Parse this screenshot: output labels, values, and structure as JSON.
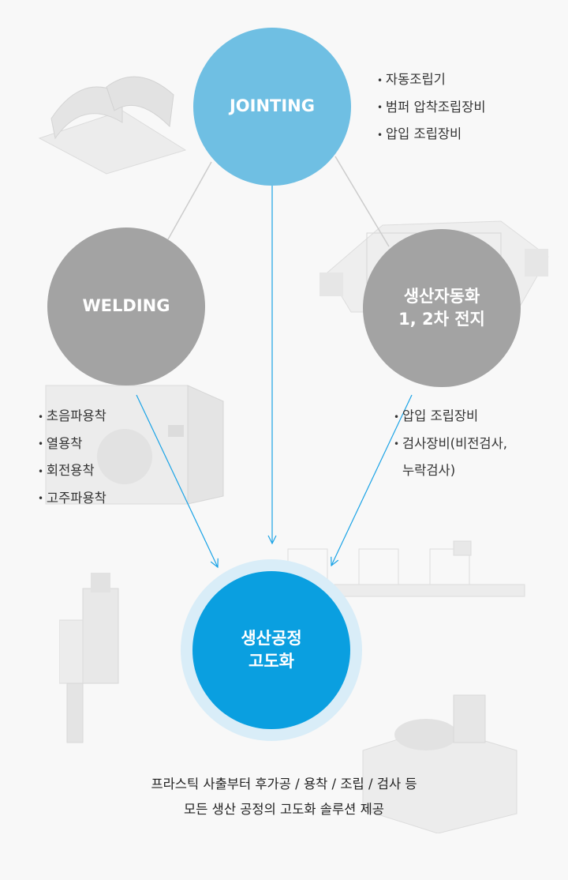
{
  "nodes": {
    "jointing": {
      "label": "JOINTING",
      "color": "#6fbfe3",
      "items": [
        "자동조립기",
        "범퍼 압착조립장비",
        "압입 조립장비"
      ]
    },
    "welding": {
      "label": "WELDING",
      "color": "#a3a3a3",
      "items": [
        "초음파용착",
        "열용착",
        "회전용착",
        "고주파용착"
      ]
    },
    "automation": {
      "label": "생산자동화\n1, 2차 전지",
      "color": "#a3a3a3",
      "items": [
        "압입 조립장비",
        "검사장비(비전검사,"
      ],
      "item_continuation": "누락검사)"
    },
    "center": {
      "label": "생산공정\n고도화",
      "color": "#0a9fe0",
      "ring_color": "#d9edf8"
    }
  },
  "footer": {
    "line1": "프라스틱 사출부터 후가공 / 용착 / 조립 / 검사 등",
    "line2": "모든 생산 공정의 고도화 솔루션 제공"
  },
  "colors": {
    "connector_gray": "#cccccc",
    "arrow_blue": "#1aa3e6"
  }
}
